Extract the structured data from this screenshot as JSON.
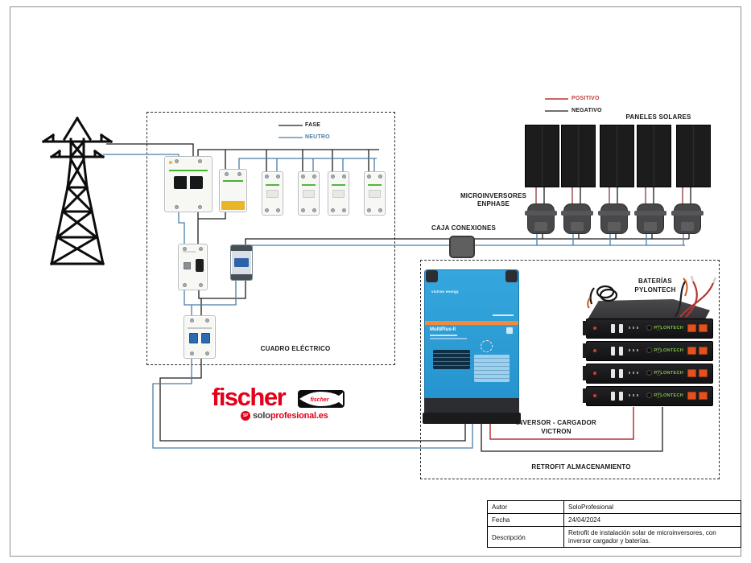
{
  "legend_ac": {
    "fase": "FASE",
    "neutro": "NEUTRO"
  },
  "legend_dc": {
    "positivo": "POSITIVO",
    "negativo": "NEGATIVO"
  },
  "labels": {
    "paneles_solares": "PANELES SOLARES",
    "microinversores_line1": "MICROINVERSORES",
    "microinversores_line2": "ENPHASE",
    "caja_conexiones": "CAJA CONEXIONES",
    "cuadro_electrico": "CUADRO ELÉCTRICO",
    "inversor_line1": "INVERSOR - CARGADOR",
    "inversor_line2": "VICTRON",
    "baterias_line1": "BATERÍAS",
    "baterias_line2": "PYLONTECH",
    "retrofit": "RETROFIT ALMACENAMIENTO"
  },
  "colors": {
    "fase": "#1c1c1c",
    "neutro": "#4a7ca8",
    "positivo": "#b53434",
    "negativo": "#1c1c1c",
    "victron_blue": "#2a9bd6",
    "victron_orange": "#f08a3c",
    "pylontech_green": "#7dc243",
    "fischer_red": "#e2001a"
  },
  "devices": {
    "inverter": {
      "brand": "victron energy",
      "model": "MultiPlus-II"
    },
    "battery": {
      "brand": "PYLONTECH",
      "unit_count": 4
    },
    "solar_panel_count": 5,
    "microinverter_count": 5
  },
  "logo": {
    "wordmark": "fischer",
    "badge_text": "fischer",
    "sp": "SP",
    "solo": "solo",
    "profesional": "profesional",
    "tld": ".es"
  },
  "title_block": {
    "rows": [
      {
        "label": "Autor",
        "value": "SoloProfesional"
      },
      {
        "label": "Fecha",
        "value": "24/04/2024"
      },
      {
        "label": "Descripción",
        "value": "Retrofit de instalación solar de microinversores, con inversor cargador y baterías."
      }
    ]
  }
}
